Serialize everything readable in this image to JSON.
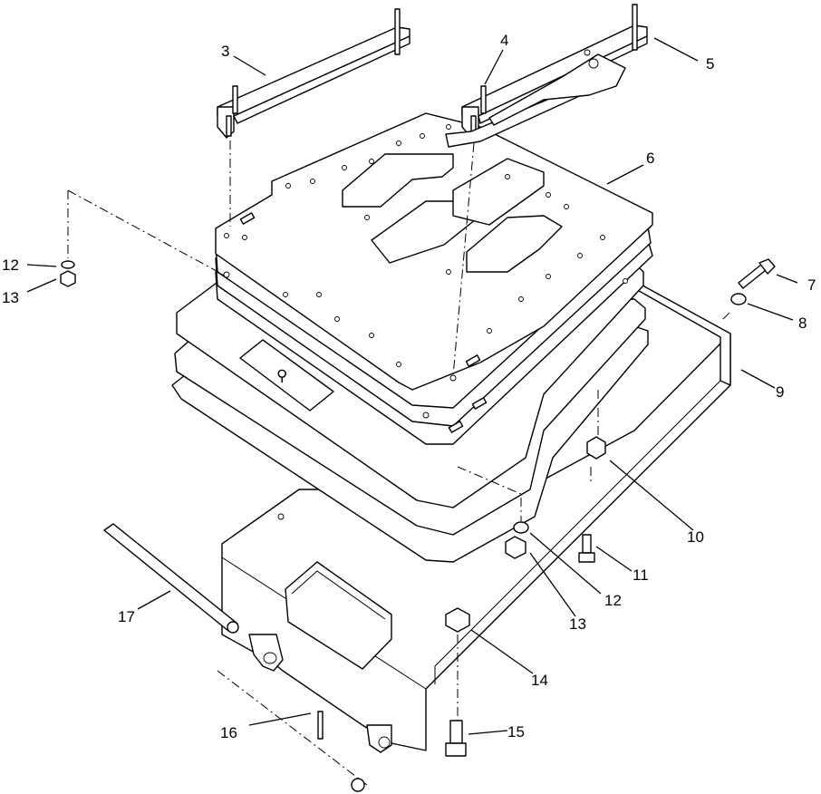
{
  "diagram": {
    "callouts": [
      {
        "id": "c3",
        "label": "3"
      },
      {
        "id": "c4",
        "label": "4"
      },
      {
        "id": "c5",
        "label": "5"
      },
      {
        "id": "c6",
        "label": "6"
      },
      {
        "id": "c7",
        "label": "7"
      },
      {
        "id": "c8",
        "label": "8"
      },
      {
        "id": "c9",
        "label": "9"
      },
      {
        "id": "c10",
        "label": "10"
      },
      {
        "id": "c11",
        "label": "11"
      },
      {
        "id": "c12a",
        "label": "12"
      },
      {
        "id": "c12b",
        "label": "12"
      },
      {
        "id": "c13a",
        "label": "13"
      },
      {
        "id": "c13b",
        "label": "13"
      },
      {
        "id": "c14",
        "label": "14"
      },
      {
        "id": "c15",
        "label": "15"
      },
      {
        "id": "c16",
        "label": "16"
      },
      {
        "id": "c17",
        "label": "17"
      }
    ]
  }
}
